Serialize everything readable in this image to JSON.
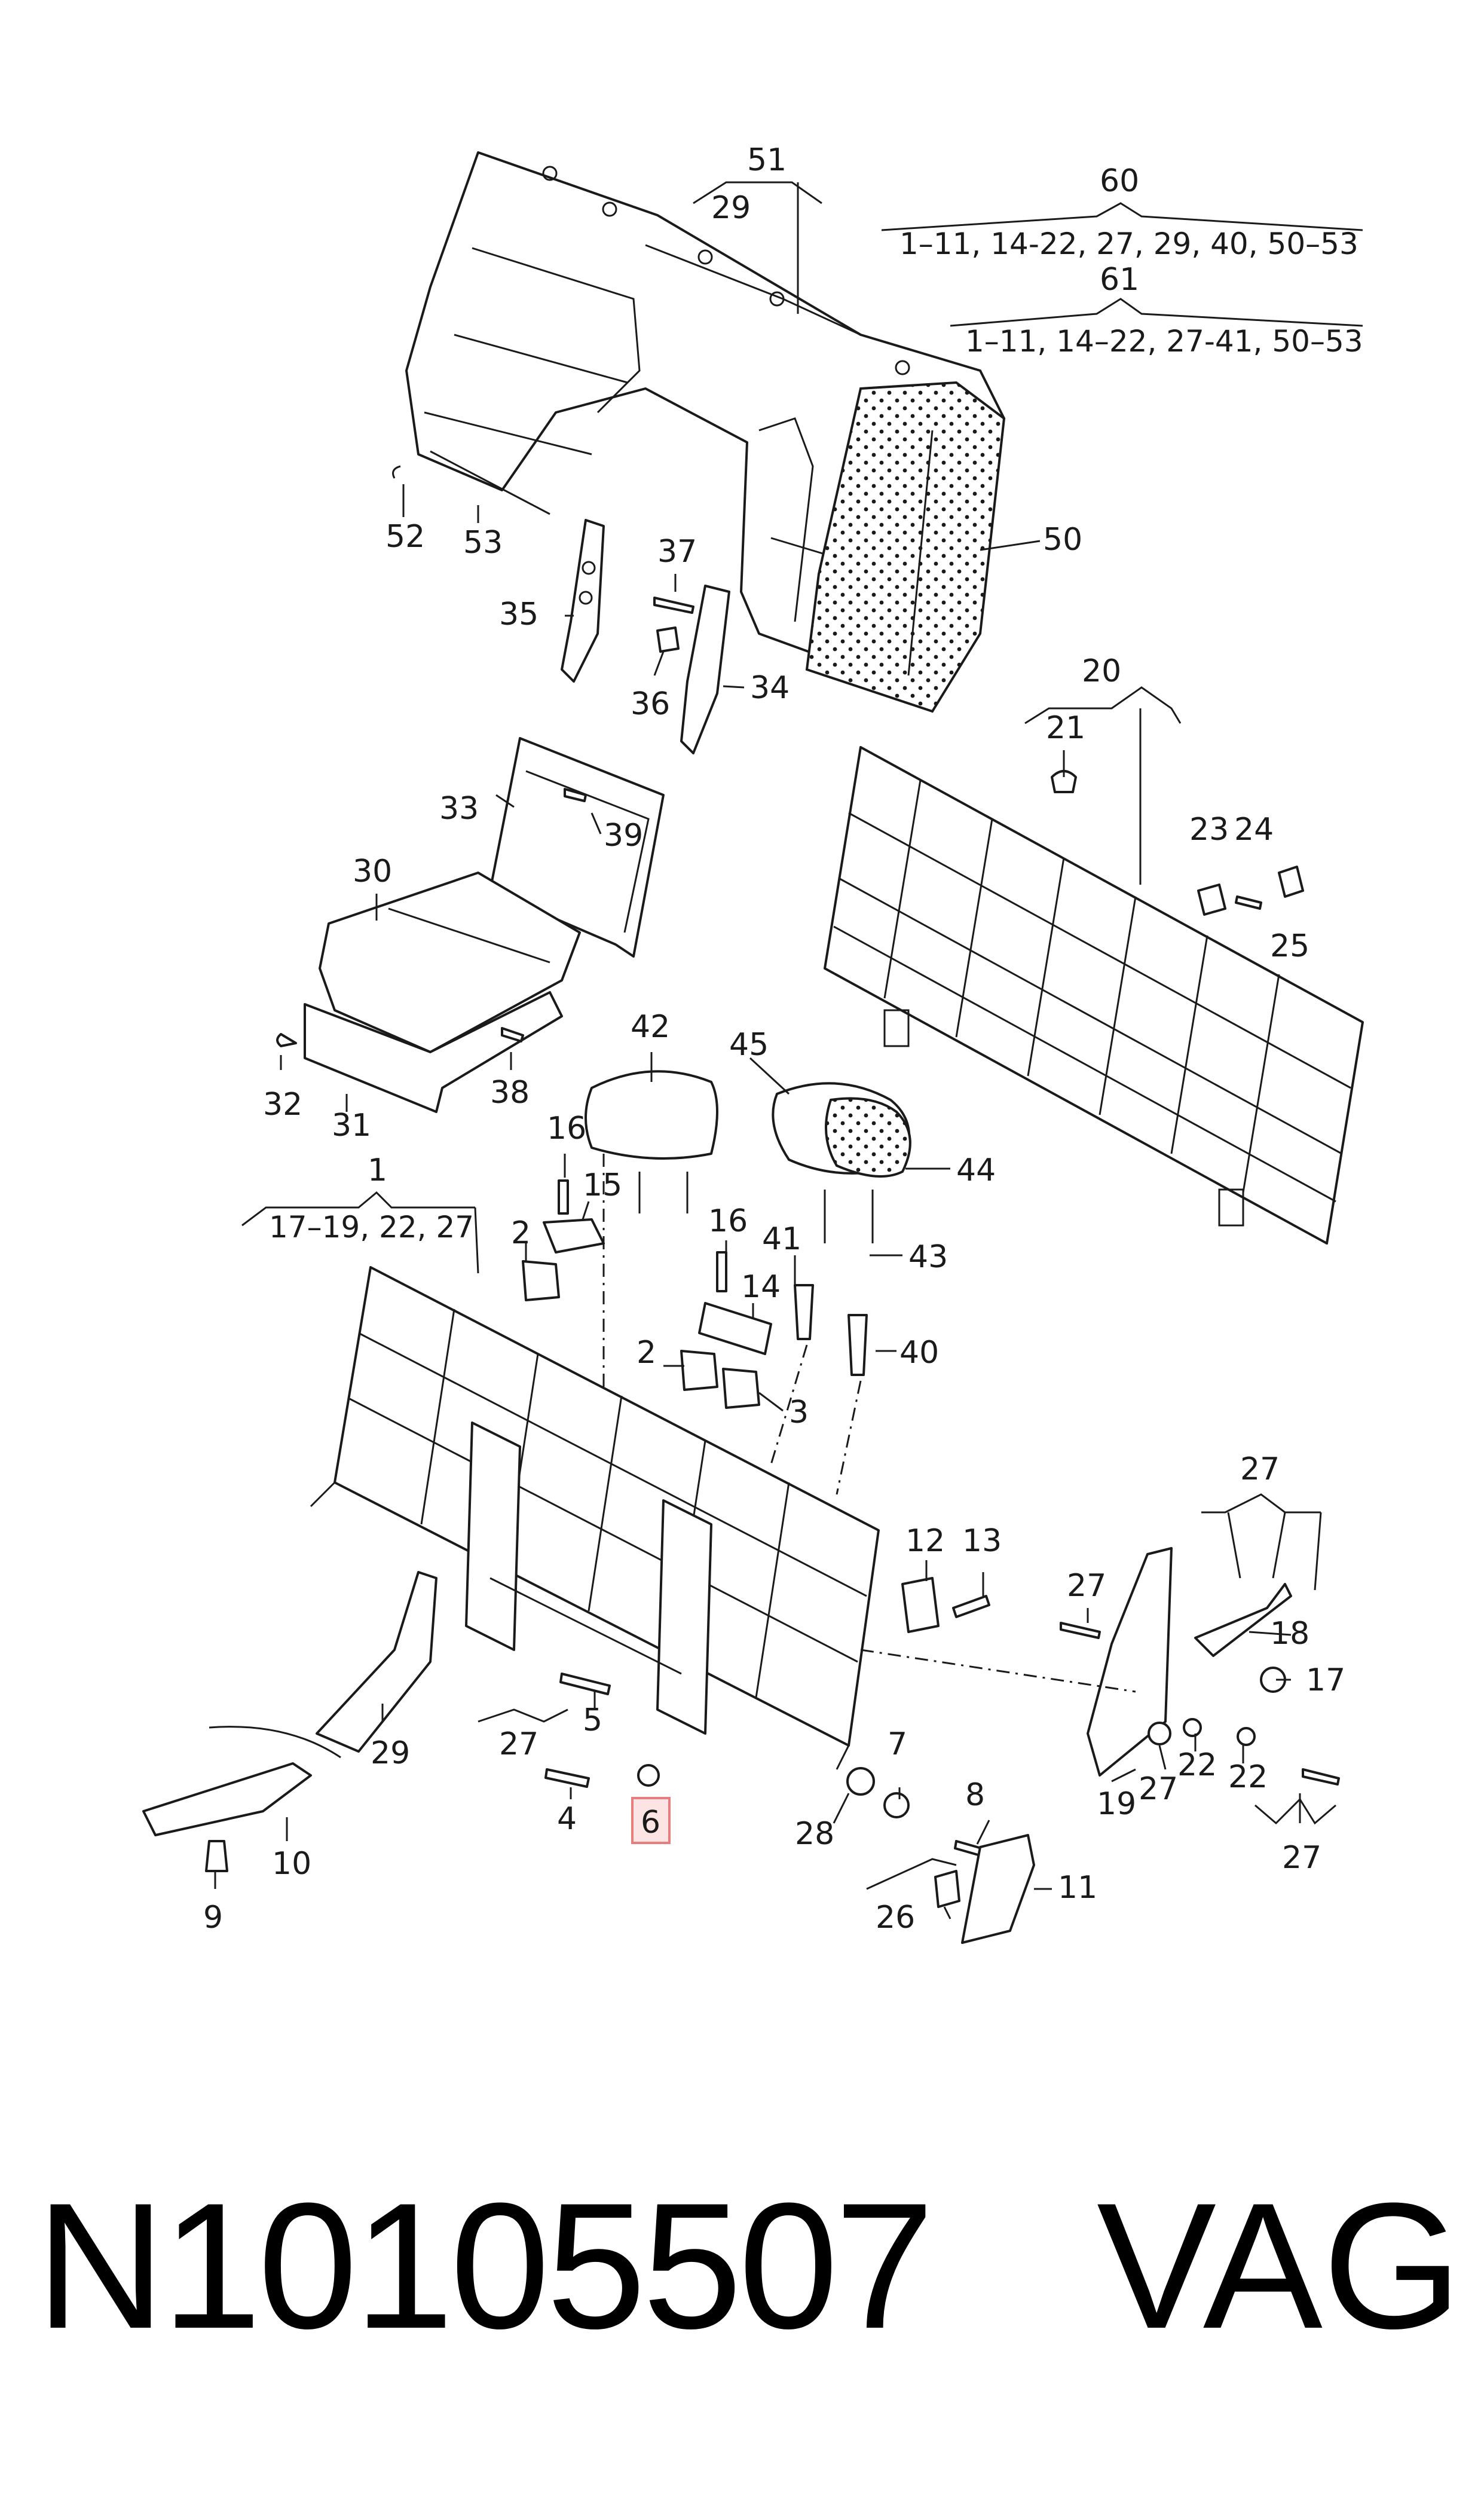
{
  "labels": {
    "l51": "51",
    "l29a": "29",
    "l60": "60",
    "l61": "61",
    "l52": "52",
    "l53": "53",
    "l50": "50",
    "l37": "37",
    "l35": "35",
    "l36": "36",
    "l34": "34",
    "l20": "20",
    "l21": "21",
    "l23": "23",
    "l24": "24",
    "l25": "25",
    "l33": "33",
    "l39": "39",
    "l30": "30",
    "l32": "32",
    "l31": "31",
    "l38": "38",
    "l42": "42",
    "l45": "45",
    "l44": "44",
    "l43": "43",
    "l41": "41",
    "l40": "40",
    "l16a": "16",
    "l15": "15",
    "l16b": "16",
    "l14": "14",
    "l1": "1",
    "l2a": "2",
    "l2b": "2",
    "l3": "3",
    "l27a": "27",
    "l27b": "27",
    "l27c": "27",
    "l27d": "27",
    "l27e": "27",
    "l12": "12",
    "l13": "13",
    "l18": "18",
    "l17": "17",
    "l19": "19",
    "l22a": "22",
    "l22b": "22",
    "l29b": "29",
    "l5": "5",
    "l4": "4",
    "l6": "6",
    "l7": "7",
    "l8": "8",
    "l28": "28",
    "l26": "26",
    "l11": "11",
    "l10": "10",
    "l9": "9"
  },
  "group_texts": {
    "g60": "1–11, 14-22, 27, 29, 40,  50–53",
    "g61": "1–11, 14–22, 27-41, 50–53",
    "g1": "17–19, 22, 27"
  },
  "highlighted_part": "6",
  "footer": {
    "part_number": "N10105507",
    "brand": "VAG"
  }
}
